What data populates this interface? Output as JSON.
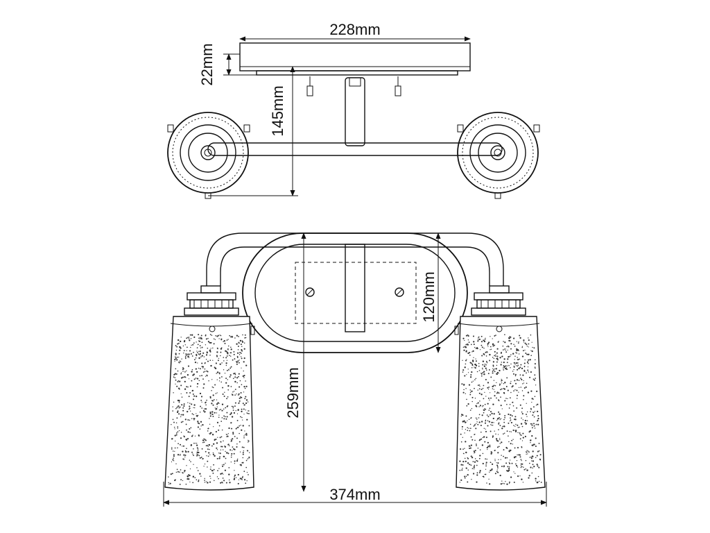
{
  "dimensions": {
    "canopy_width": "228mm",
    "canopy_depth": "22mm",
    "projection": "145mm",
    "backplate_height": "120mm",
    "overall_height": "259mm",
    "overall_width": "374mm"
  },
  "colors": {
    "line": "#111111",
    "background": "#ffffff"
  }
}
